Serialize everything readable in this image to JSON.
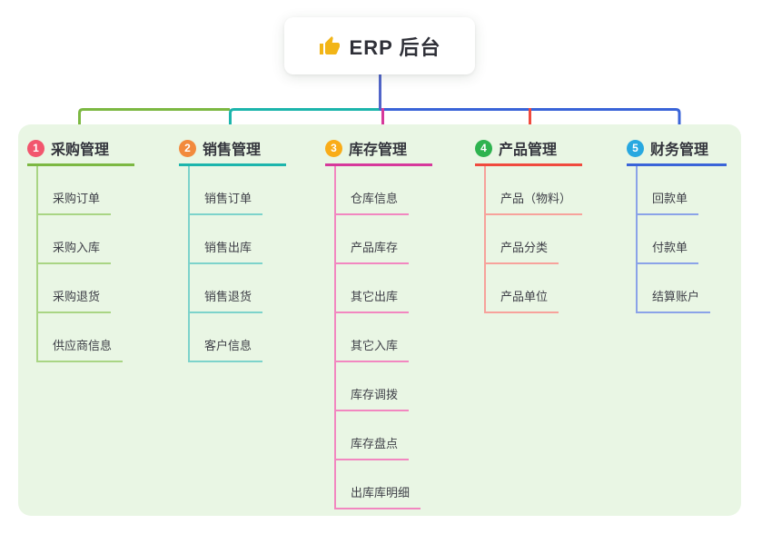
{
  "root": {
    "title": "ERP 后台",
    "icon": "thumbs-up-icon"
  },
  "branches": [
    {
      "index": "1",
      "title": "采购管理",
      "badge_color": "#f2566e",
      "line_color": "#7cb842",
      "child_line_color": "#a9d584",
      "children": [
        "采购订单",
        "采购入库",
        "采购退货",
        "供应商信息"
      ]
    },
    {
      "index": "2",
      "title": "销售管理",
      "badge_color": "#f28a3d",
      "line_color": "#1cb5ac",
      "child_line_color": "#7dd3cb",
      "children": [
        "销售订单",
        "销售出库",
        "销售退货",
        "客户信息"
      ]
    },
    {
      "index": "3",
      "title": "库存管理",
      "badge_color": "#f9ac18",
      "line_color": "#d6399b",
      "child_line_color": "#f287c0",
      "children": [
        "仓库信息",
        "产品库存",
        "其它出库",
        "其它入库",
        "库存调拨",
        "库存盘点",
        "出库库明细"
      ]
    },
    {
      "index": "4",
      "title": "产品管理",
      "badge_color": "#2eb34f",
      "line_color": "#f04a3e",
      "child_line_color": "#f7a29b",
      "children": [
        "产品（物料）",
        "产品分类",
        "产品单位"
      ]
    },
    {
      "index": "5",
      "title": "财务管理",
      "badge_color": "#28a8e0",
      "line_color": "#3a64d8",
      "child_line_color": "#8ba3e8",
      "children": [
        "回款单",
        "付款单",
        "结算账户"
      ]
    }
  ],
  "colors": {
    "page_bg": "#ffffff",
    "canvas_bg": "#e9f6e4",
    "root_line": "#5165c9",
    "thumb_icon": "#f2b517"
  }
}
